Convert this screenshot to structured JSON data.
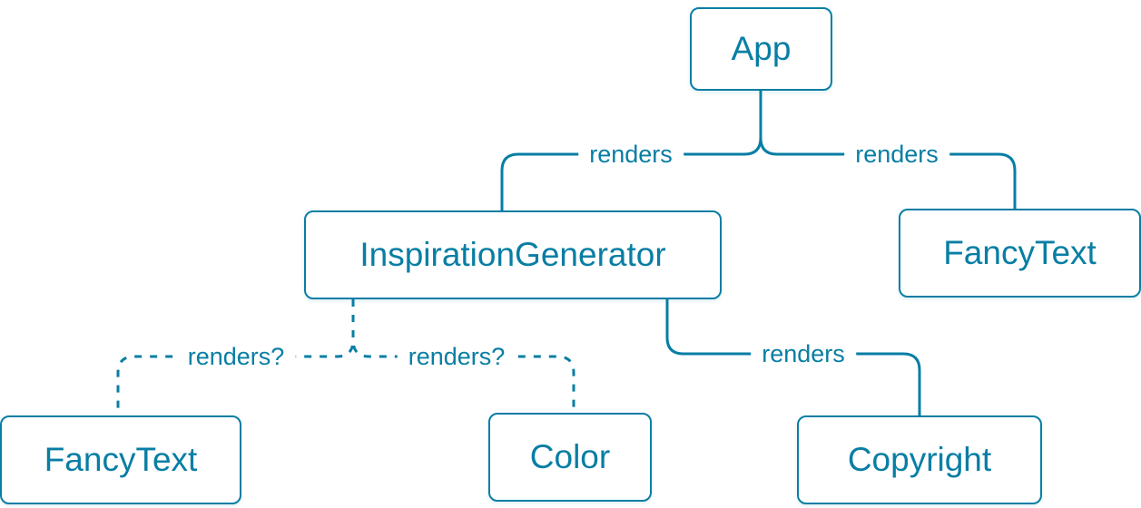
{
  "colors": {
    "accent": "#087ea4",
    "background": "#ffffff"
  },
  "nodes": {
    "app": {
      "label": "App"
    },
    "inspiration_generator": {
      "label": "InspirationGenerator"
    },
    "fancy_text_right": {
      "label": "FancyText"
    },
    "fancy_text_left": {
      "label": "FancyText"
    },
    "color": {
      "label": "Color"
    },
    "copyright": {
      "label": "Copyright"
    }
  },
  "edges": {
    "app_inspiration": {
      "label": "renders",
      "style": "solid"
    },
    "app_fancytext": {
      "label": "renders",
      "style": "solid"
    },
    "inspiration_fancytext": {
      "label": "renders?",
      "style": "dashed"
    },
    "inspiration_color": {
      "label": "renders?",
      "style": "dashed"
    },
    "inspiration_copyright": {
      "label": "renders",
      "style": "solid"
    }
  }
}
